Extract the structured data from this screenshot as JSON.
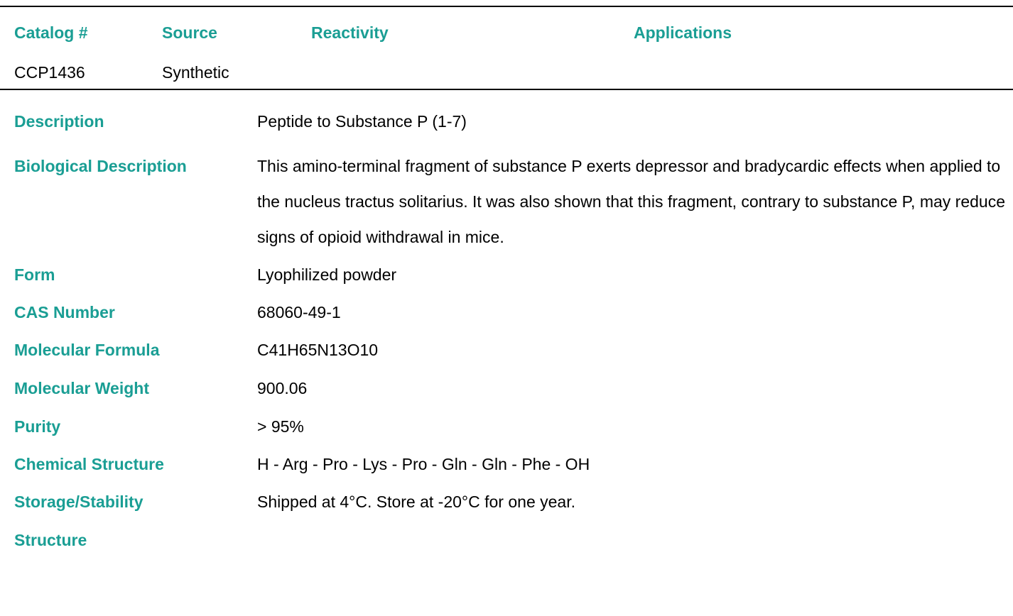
{
  "header": {
    "catalog": "Catalog #",
    "source": "Source",
    "reactivity": "Reactivity",
    "applications": "Applications"
  },
  "product_row": {
    "catalog": "CCP1436",
    "source": "Synthetic",
    "reactivity": "",
    "applications": ""
  },
  "details": [
    {
      "label": "Description",
      "value": "Peptide to Substance P (1-7)"
    },
    {
      "label": "Biological Description",
      "value": "This amino-terminal fragment of substance P exerts depressor and bradycardic effects when applied to the nucleus tractus solitarius. It was also shown that this fragment, contrary to substance P, may reduce signs of opioid withdrawal in mice."
    },
    {
      "label": "Form",
      "value": "Lyophilized powder"
    },
    {
      "label": "CAS Number",
      "value": "68060-49-1"
    },
    {
      "label": "Molecular Formula",
      "value": "C41H65N13O10"
    },
    {
      "label": "Molecular Weight",
      "value": "900.06"
    },
    {
      "label": "Purity",
      "value": "> 95%"
    },
    {
      "label": "Chemical Structure",
      "value": "H - Arg - Pro - Lys - Pro - Gln - Gln - Phe - OH"
    },
    {
      "label": "Storage/Stability",
      "value": "Shipped at 4°C. Store at -20°C for one year."
    },
    {
      "label": "Structure",
      "value": ""
    }
  ],
  "colors": {
    "label_teal": "#1a9e94",
    "text": "#000000",
    "rule": "#000000"
  }
}
